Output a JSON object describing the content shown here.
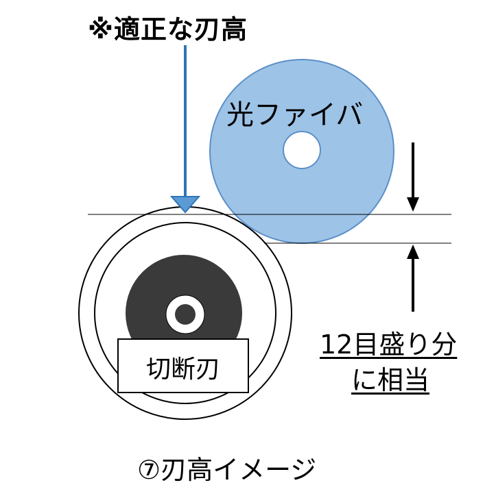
{
  "title": "※適正な刃高",
  "fiber_label": "光ファイバ",
  "blade_label": "切断刃",
  "scale_note": [
    "12目盛り分",
    "に相当"
  ],
  "caption": "⑦刃高イメージ",
  "colors": {
    "fiber_fill": "#9dc3e6",
    "fiber_stroke": "#5b8fc9",
    "arrow_blue": "#2e75b6",
    "blade_hub": "#3a3a3a",
    "line": "#000000"
  }
}
